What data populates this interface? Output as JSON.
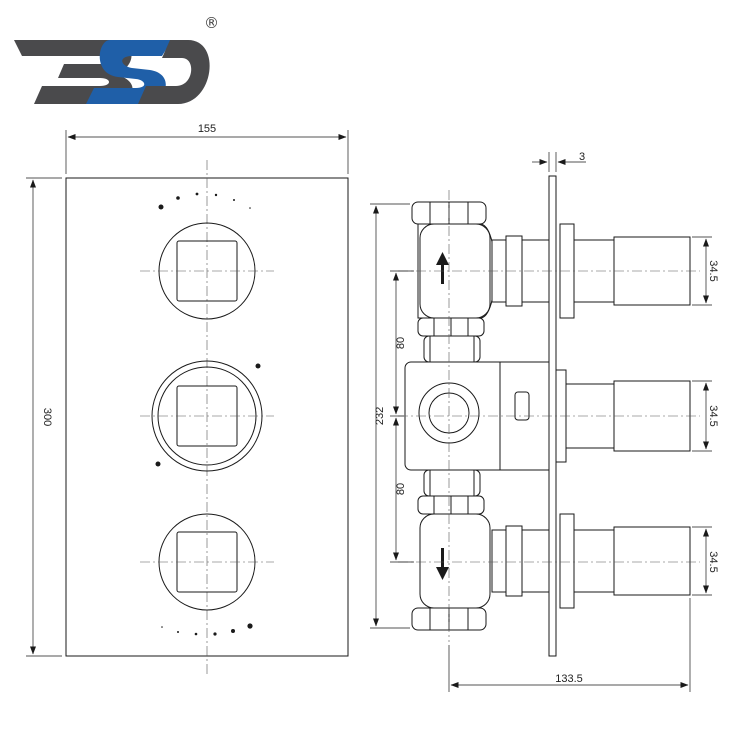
{
  "logo": {
    "text": "BSD",
    "registered_mark": "®",
    "colors": {
      "dark": "#4a4a4c",
      "blue": "#1f5fa8"
    }
  },
  "front_view": {
    "width_label": "155",
    "height_label": "300",
    "handles": [
      "round-handle-square-insert",
      "round-handle-square-insert-ringed",
      "round-handle-square-insert"
    ]
  },
  "side_view": {
    "plate_thickness_label": "3",
    "spacing_top_label": "80",
    "overall_height_label": "232",
    "spacing_bottom_label": "80",
    "stem_diameter_labels": [
      "34.5",
      "34.5",
      "34.5"
    ],
    "depth_label": "133.5",
    "flow_arrows": [
      "arrow-up-icon",
      "arrow-down-icon"
    ]
  },
  "colors": {
    "line": "#1a1a1a",
    "centerline": "#555555",
    "background": "#ffffff"
  }
}
